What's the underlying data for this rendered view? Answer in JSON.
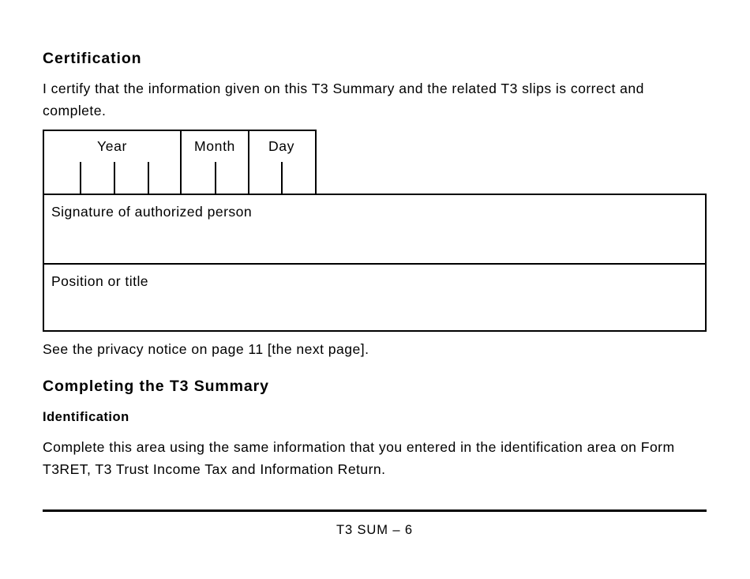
{
  "document": {
    "certification": {
      "heading": "Certification",
      "body": "I certify that the information given on this T3 Summary and the related T3 slips is correct and complete."
    },
    "date_box": {
      "year_label": "Year",
      "month_label": "Month",
      "day_label": "Day"
    },
    "signature_box": {
      "label": "Signature of authorized person"
    },
    "position_box": {
      "label": "Position or title"
    },
    "privacy_note": "See the privacy notice on page 11 [the next page].",
    "completing": {
      "heading": "Completing the T3 Summary",
      "subheading": "Identification",
      "body": "Complete this area using the same information that you entered in the identification area on Form T3RET, T3 Trust Income Tax and Information Return."
    },
    "footer": {
      "page_label": "T3 SUM – 6"
    },
    "colors": {
      "text": "#000000",
      "background": "#ffffff",
      "rule": "#000000"
    }
  }
}
